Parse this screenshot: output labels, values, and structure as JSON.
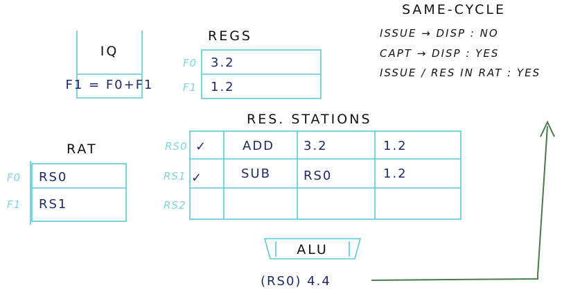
{
  "same_cycle": {
    "title": "SAME-CYCLE",
    "lines": [
      "ISSUE → DISP : NO",
      "CAPT → DISP : YES",
      "ISSUE / RES IN RAT : YES"
    ]
  },
  "iq": {
    "title": "IQ",
    "entry": "F1 = F0+F1"
  },
  "regs": {
    "title": "REGS",
    "rows": [
      {
        "name": "F0",
        "value": "3.2"
      },
      {
        "name": "F1",
        "value": "1.2"
      }
    ]
  },
  "rat": {
    "title": "RAT",
    "rows": [
      {
        "name": "F0",
        "value": "RS0"
      },
      {
        "name": "F1",
        "value": "RS1"
      }
    ]
  },
  "res_stations": {
    "title": "RES. STATIONS",
    "rows": [
      {
        "name": "RS0",
        "busy": "✓",
        "op": "ADD",
        "src1": "3.2",
        "src2": "1.2"
      },
      {
        "name": "RS1",
        "busy": "✓",
        "op": "SUB",
        "src1": "RS0",
        "src2": "1.2"
      },
      {
        "name": "RS2",
        "busy": "",
        "op": "",
        "src1": "",
        "src2": ""
      }
    ]
  },
  "alu": {
    "title": "ALU",
    "result": "(RS0)  4.4"
  },
  "colors": {
    "table_stroke": "#5bc8d8",
    "register_label": "#7fd3e2",
    "value_ink": "#1d2a66",
    "arrow": "#4a7a4a"
  }
}
